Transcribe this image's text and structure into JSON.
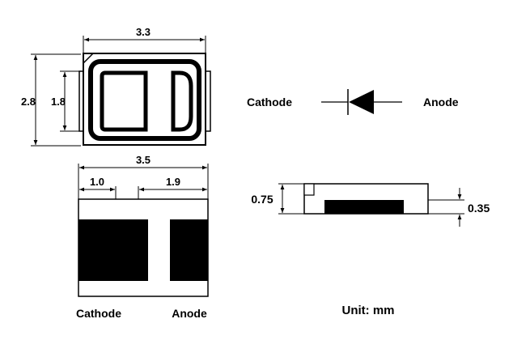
{
  "top_view": {
    "width_dim": "3.3",
    "height_dim": "2.8",
    "inner_height_dim": "1.8"
  },
  "symbol": {
    "cathode_label": "Cathode",
    "anode_label": "Anode"
  },
  "footprint": {
    "total_width_dim": "3.5",
    "left_pad_dim": "1.0",
    "right_pad_dim": "1.9",
    "cathode_label": "Cathode",
    "anode_label": "Anode"
  },
  "side_view": {
    "height_dim": "0.75",
    "pad_height_dim": "0.35"
  },
  "unit_label": "Unit: mm"
}
